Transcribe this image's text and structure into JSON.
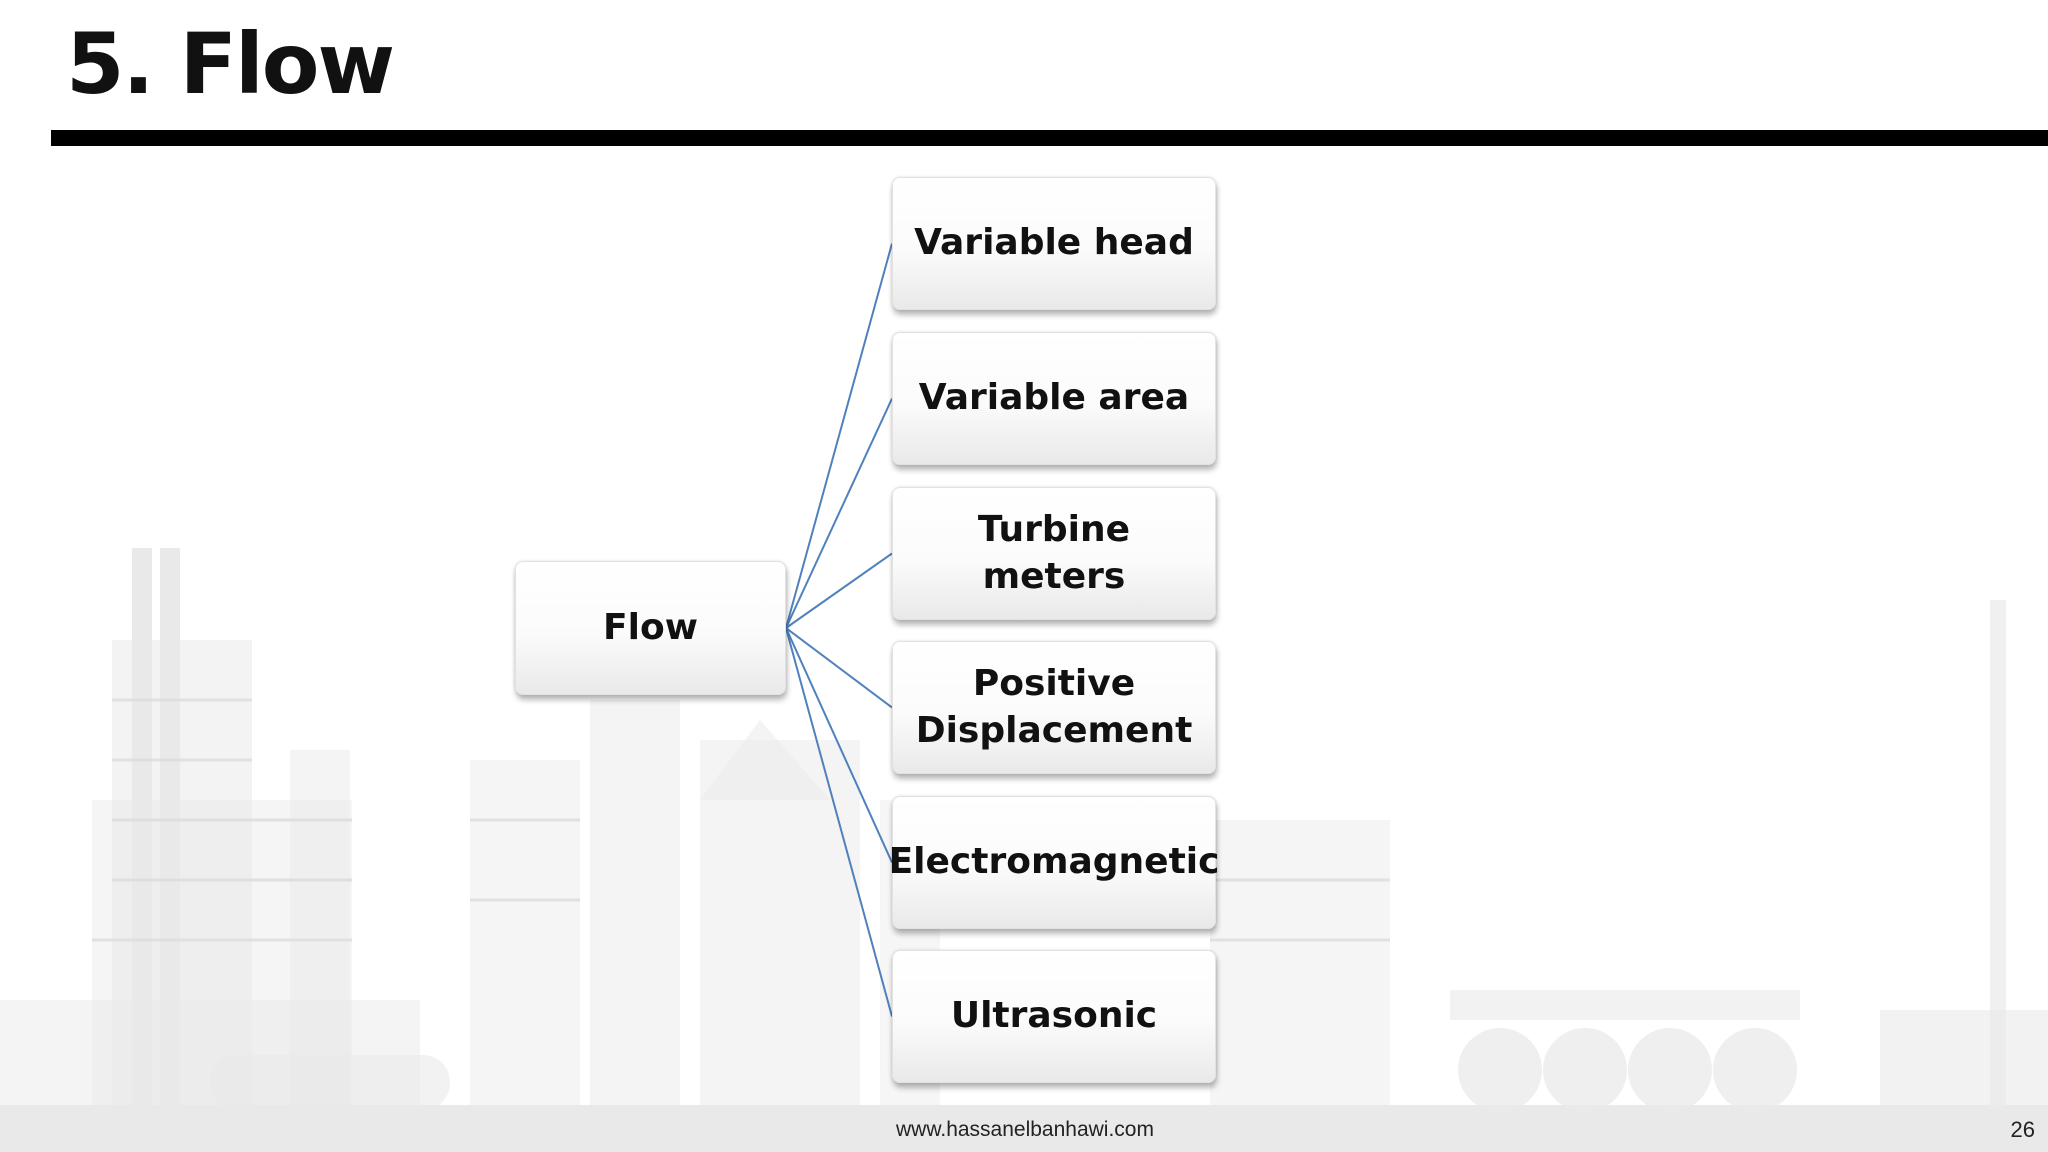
{
  "slide": {
    "title": "5. Flow",
    "footer_url": "www.hassanelbanhawi.com",
    "page_number": "26"
  },
  "diagram": {
    "root": "Flow",
    "children": [
      "Variable head",
      "Variable area",
      "Turbine meters",
      "Positive\nDisplacement",
      "Electromagnetic",
      "Ultrasonic"
    ],
    "connector_color": "#4f81bd"
  }
}
